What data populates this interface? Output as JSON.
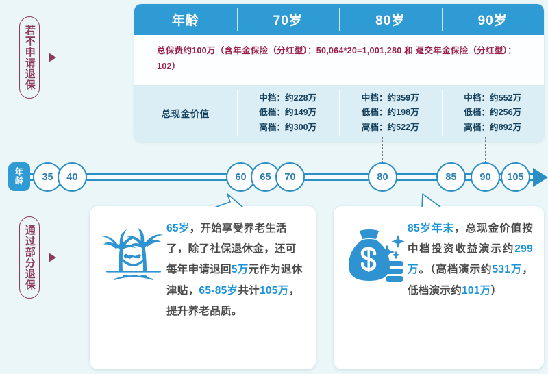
{
  "page": {
    "background": "#eaf6f8",
    "accent_blue": "#2f9bd4",
    "highlight_blue": "#1b93d8",
    "maroon": "#8e3a5c",
    "table_text": "#9a1f4a"
  },
  "side_labels": [
    {
      "name": "no-surrender-label",
      "text": "若不申请退保"
    },
    {
      "name": "partial-surrender-label",
      "text": "通过部分退保"
    }
  ],
  "table": {
    "headers": [
      "年龄",
      "70岁",
      "80岁",
      "90岁"
    ],
    "premium_note": "总保费约100万（含年金保险（分红型）：50,064*20=1,001,280 和 趸交年金保险（分红型）：102）",
    "cash_value_label": "总现金价值",
    "tiers": [
      "中档：",
      "低档：",
      "高档："
    ],
    "columns": [
      {
        "age": "70岁",
        "values": [
          "约228万",
          "约149万",
          "约300万"
        ]
      },
      {
        "age": "80岁",
        "values": [
          "约359万",
          "约198万",
          "约522万"
        ]
      },
      {
        "age": "90岁",
        "values": [
          "约552万",
          "约256万",
          "约892万"
        ]
      }
    ]
  },
  "timeline": {
    "axis_label_line1": "年",
    "axis_label_line2": "龄",
    "nodes": [
      "35",
      "40",
      "60",
      "65",
      "70",
      "80",
      "85",
      "90",
      "105"
    ],
    "dashed_connector_nodes": [
      "70",
      "80",
      "90"
    ]
  },
  "cards": [
    {
      "name": "retirement-life-card",
      "icon": "beach-hammock-palm-icon",
      "segments": [
        {
          "t": "65岁",
          "hl": true
        },
        {
          "t": "，开始享受养老生活了，除了社保退休金，还可每年申请退回",
          "hl": false
        },
        {
          "t": "5万",
          "hl": true
        },
        {
          "t": "元作为退休津贴，",
          "hl": false
        },
        {
          "t": "65-85岁",
          "hl": true
        },
        {
          "t": "共计",
          "hl": false
        },
        {
          "t": "105万",
          "hl": true
        },
        {
          "t": "，提升养老品质。",
          "hl": false
        }
      ]
    },
    {
      "name": "cash-value-card",
      "icon": "money-bag-coins-icon",
      "segments": [
        {
          "t": "85岁年末",
          "hl": true
        },
        {
          "t": "，总现金价值按中档投资收益演示约",
          "hl": false
        },
        {
          "t": "299万",
          "hl": true
        },
        {
          "t": "。（高档演示约",
          "hl": false
        },
        {
          "t": "531万",
          "hl": true
        },
        {
          "t": "，低档演示约",
          "hl": false
        },
        {
          "t": "101万",
          "hl": true
        },
        {
          "t": "）",
          "hl": false
        }
      ]
    }
  ]
}
